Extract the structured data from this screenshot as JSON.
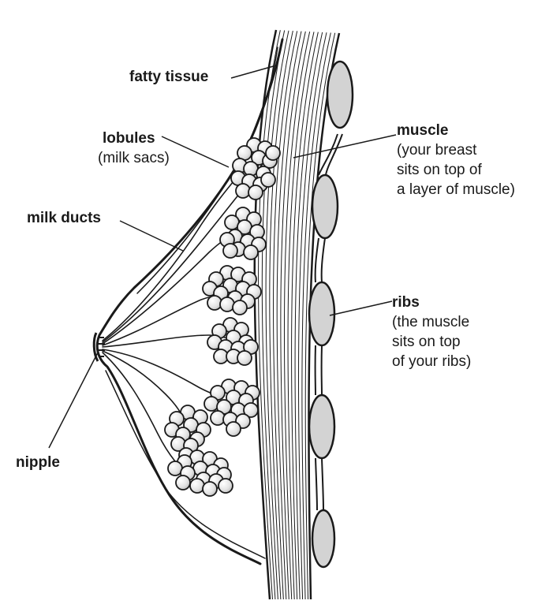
{
  "labels": {
    "fatty_tissue": {
      "title": "fatty tissue"
    },
    "lobules": {
      "title": "lobules",
      "desc": [
        "(milk sacs)"
      ]
    },
    "milk_ducts": {
      "title": "milk ducts"
    },
    "muscle": {
      "title": "muscle",
      "desc": [
        "(your breast",
        "sits on top of",
        "a layer of muscle)"
      ]
    },
    "ribs": {
      "title": "ribs",
      "desc": [
        "(the muscle",
        "sits on top",
        "of your ribs)"
      ]
    },
    "nipple": {
      "title": "nipple"
    }
  },
  "colors": {
    "ink": "#1a1a1a",
    "rib_fill": "#d3d3d3",
    "lobule_fill": "#e6e6e6"
  }
}
